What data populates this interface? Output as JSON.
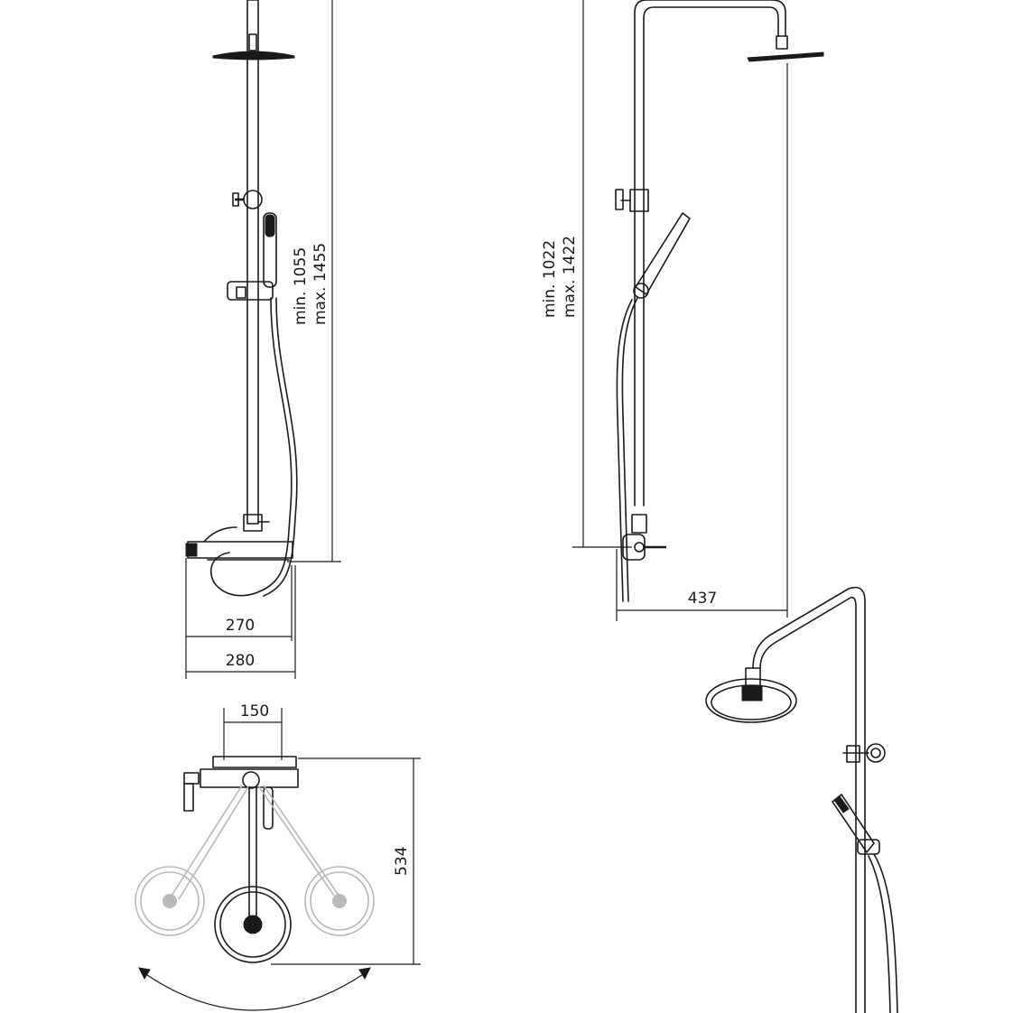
{
  "dimensions": {
    "front_height_min": "min. 1055",
    "front_height_max": "max. 1455",
    "front_width_270": "270",
    "front_width_280": "280",
    "side_height_min": "min. 1022",
    "side_height_max": "max. 1422",
    "side_arm_reach": "437",
    "top_spacing": "150",
    "top_depth": "534"
  },
  "colors": {
    "line": "#1a1a1a",
    "ghost": "#b9b9b9",
    "background": "#ffffff"
  }
}
